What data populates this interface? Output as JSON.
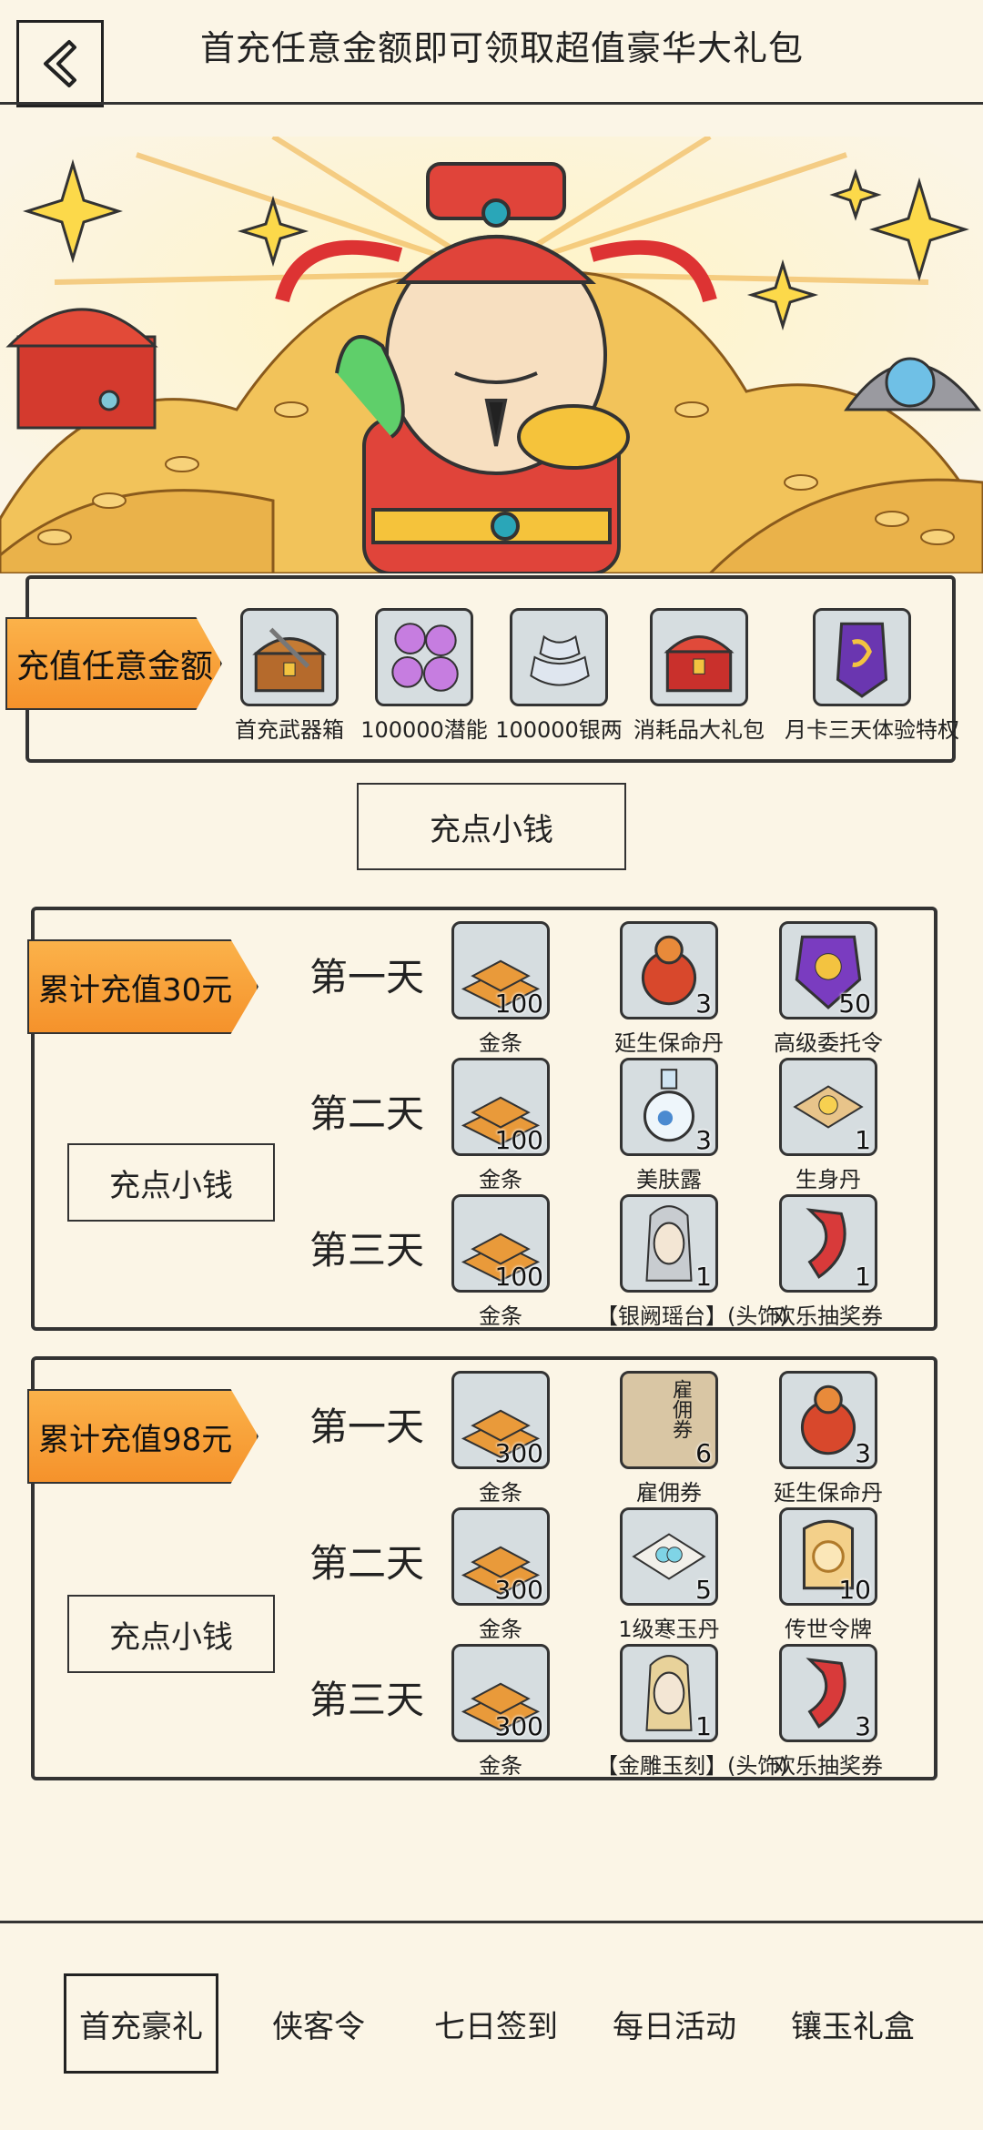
{
  "header": {
    "title": "首充任意金额即可领取超值豪华大礼包"
  },
  "first_recharge": {
    "tag": "充值任意金额",
    "items": [
      {
        "name": "首充武器箱",
        "icon": "weapon-chest-icon"
      },
      {
        "name": "100000潜能",
        "icon": "potential-orbs-icon"
      },
      {
        "name": "100000银两",
        "icon": "silver-ingot-icon"
      },
      {
        "name": "消耗品大礼包",
        "icon": "gift-chest-icon"
      },
      {
        "name": "月卡三天体验特权",
        "icon": "month-card-icon"
      }
    ],
    "button": "充点小钱"
  },
  "tier30": {
    "tag": "累计充值30元",
    "button": "充点小钱",
    "days": [
      {
        "label": "第一天",
        "items": [
          {
            "name": "金条",
            "qty": "100"
          },
          {
            "name": "延生保命丹",
            "qty": "3"
          },
          {
            "name": "高级委托令",
            "qty": "50"
          }
        ]
      },
      {
        "label": "第二天",
        "items": [
          {
            "name": "金条",
            "qty": "100"
          },
          {
            "name": "美肤露",
            "qty": "3"
          },
          {
            "name": "生身丹",
            "qty": "1"
          }
        ]
      },
      {
        "label": "第三天",
        "items": [
          {
            "name": "金条",
            "qty": "100"
          },
          {
            "name": "【银阙瑶台】(头饰)",
            "qty": "1"
          },
          {
            "name": "欢乐抽奖券",
            "qty": "1"
          }
        ]
      }
    ]
  },
  "tier98": {
    "tag": "累计充值98元",
    "button": "充点小钱",
    "days": [
      {
        "label": "第一天",
        "items": [
          {
            "name": "金条",
            "qty": "300"
          },
          {
            "name": "雇佣券",
            "qty": "6",
            "icon_text": "雇佣券"
          },
          {
            "name": "延生保命丹",
            "qty": "3"
          }
        ]
      },
      {
        "label": "第二天",
        "items": [
          {
            "name": "金条",
            "qty": "300"
          },
          {
            "name": "1级寒玉丹",
            "qty": "5"
          },
          {
            "name": "传世令牌",
            "qty": "10"
          }
        ]
      },
      {
        "label": "第三天",
        "items": [
          {
            "name": "金条",
            "qty": "300"
          },
          {
            "name": "【金雕玉刻】(头饰)",
            "qty": "1"
          },
          {
            "name": "欢乐抽奖券",
            "qty": "3"
          }
        ]
      }
    ]
  },
  "nav": {
    "items": [
      "首充豪礼",
      "侠客令",
      "七日签到",
      "每日活动",
      "镶玉礼盒"
    ],
    "active_index": 0
  }
}
